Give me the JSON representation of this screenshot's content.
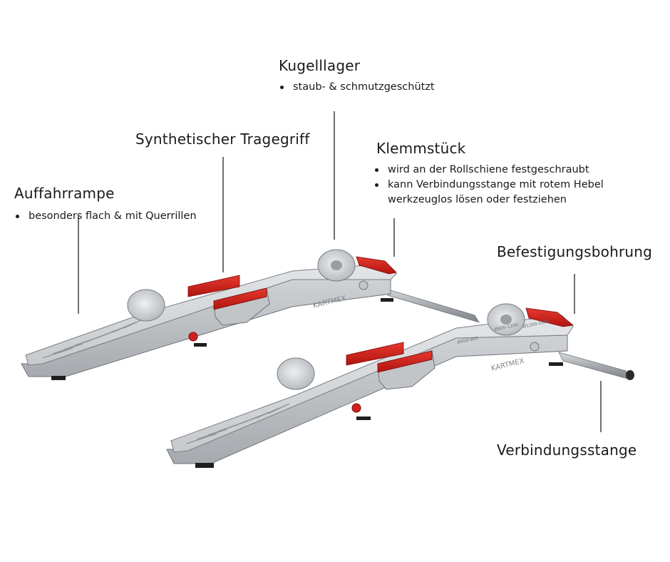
{
  "colors": {
    "frame_light": "#d2d4d7",
    "frame_mid": "#b9bcc0",
    "frame_dark": "#8f9398",
    "accent_red": "#d0201e",
    "wheel": "#c9ccd0",
    "pad": "#1e1e1e",
    "rod": "#a9adb2",
    "leader": "#333333"
  },
  "callouts": {
    "kugellager": {
      "title": "Kugelllager",
      "bullets": [
        "staub- & schmutzgeschützt"
      ]
    },
    "tragegriff": {
      "title": "Synthetischer Tragegriff"
    },
    "klemmstueck": {
      "title": "Klemmstück",
      "bullets": [
        "wird an der Rollschiene festgeschraubt",
        "kann Verbindungsstange mit rotem Hebel",
        "werkzeuglos lösen oder festziehen"
      ]
    },
    "auffahrrampe": {
      "title": "Auffahrrampe",
      "bullets": [
        "besonders flach & mit Querrillen"
      ]
    },
    "bohrung": {
      "title": "Befestigungsbohrung"
    },
    "stange": {
      "title": "Verbindungsstange"
    }
  },
  "product": {
    "brand": "KARTMEX",
    "size_marks": [
      "Ø450-800",
      "Ø800-1200",
      "Ø1200-1600"
    ]
  }
}
